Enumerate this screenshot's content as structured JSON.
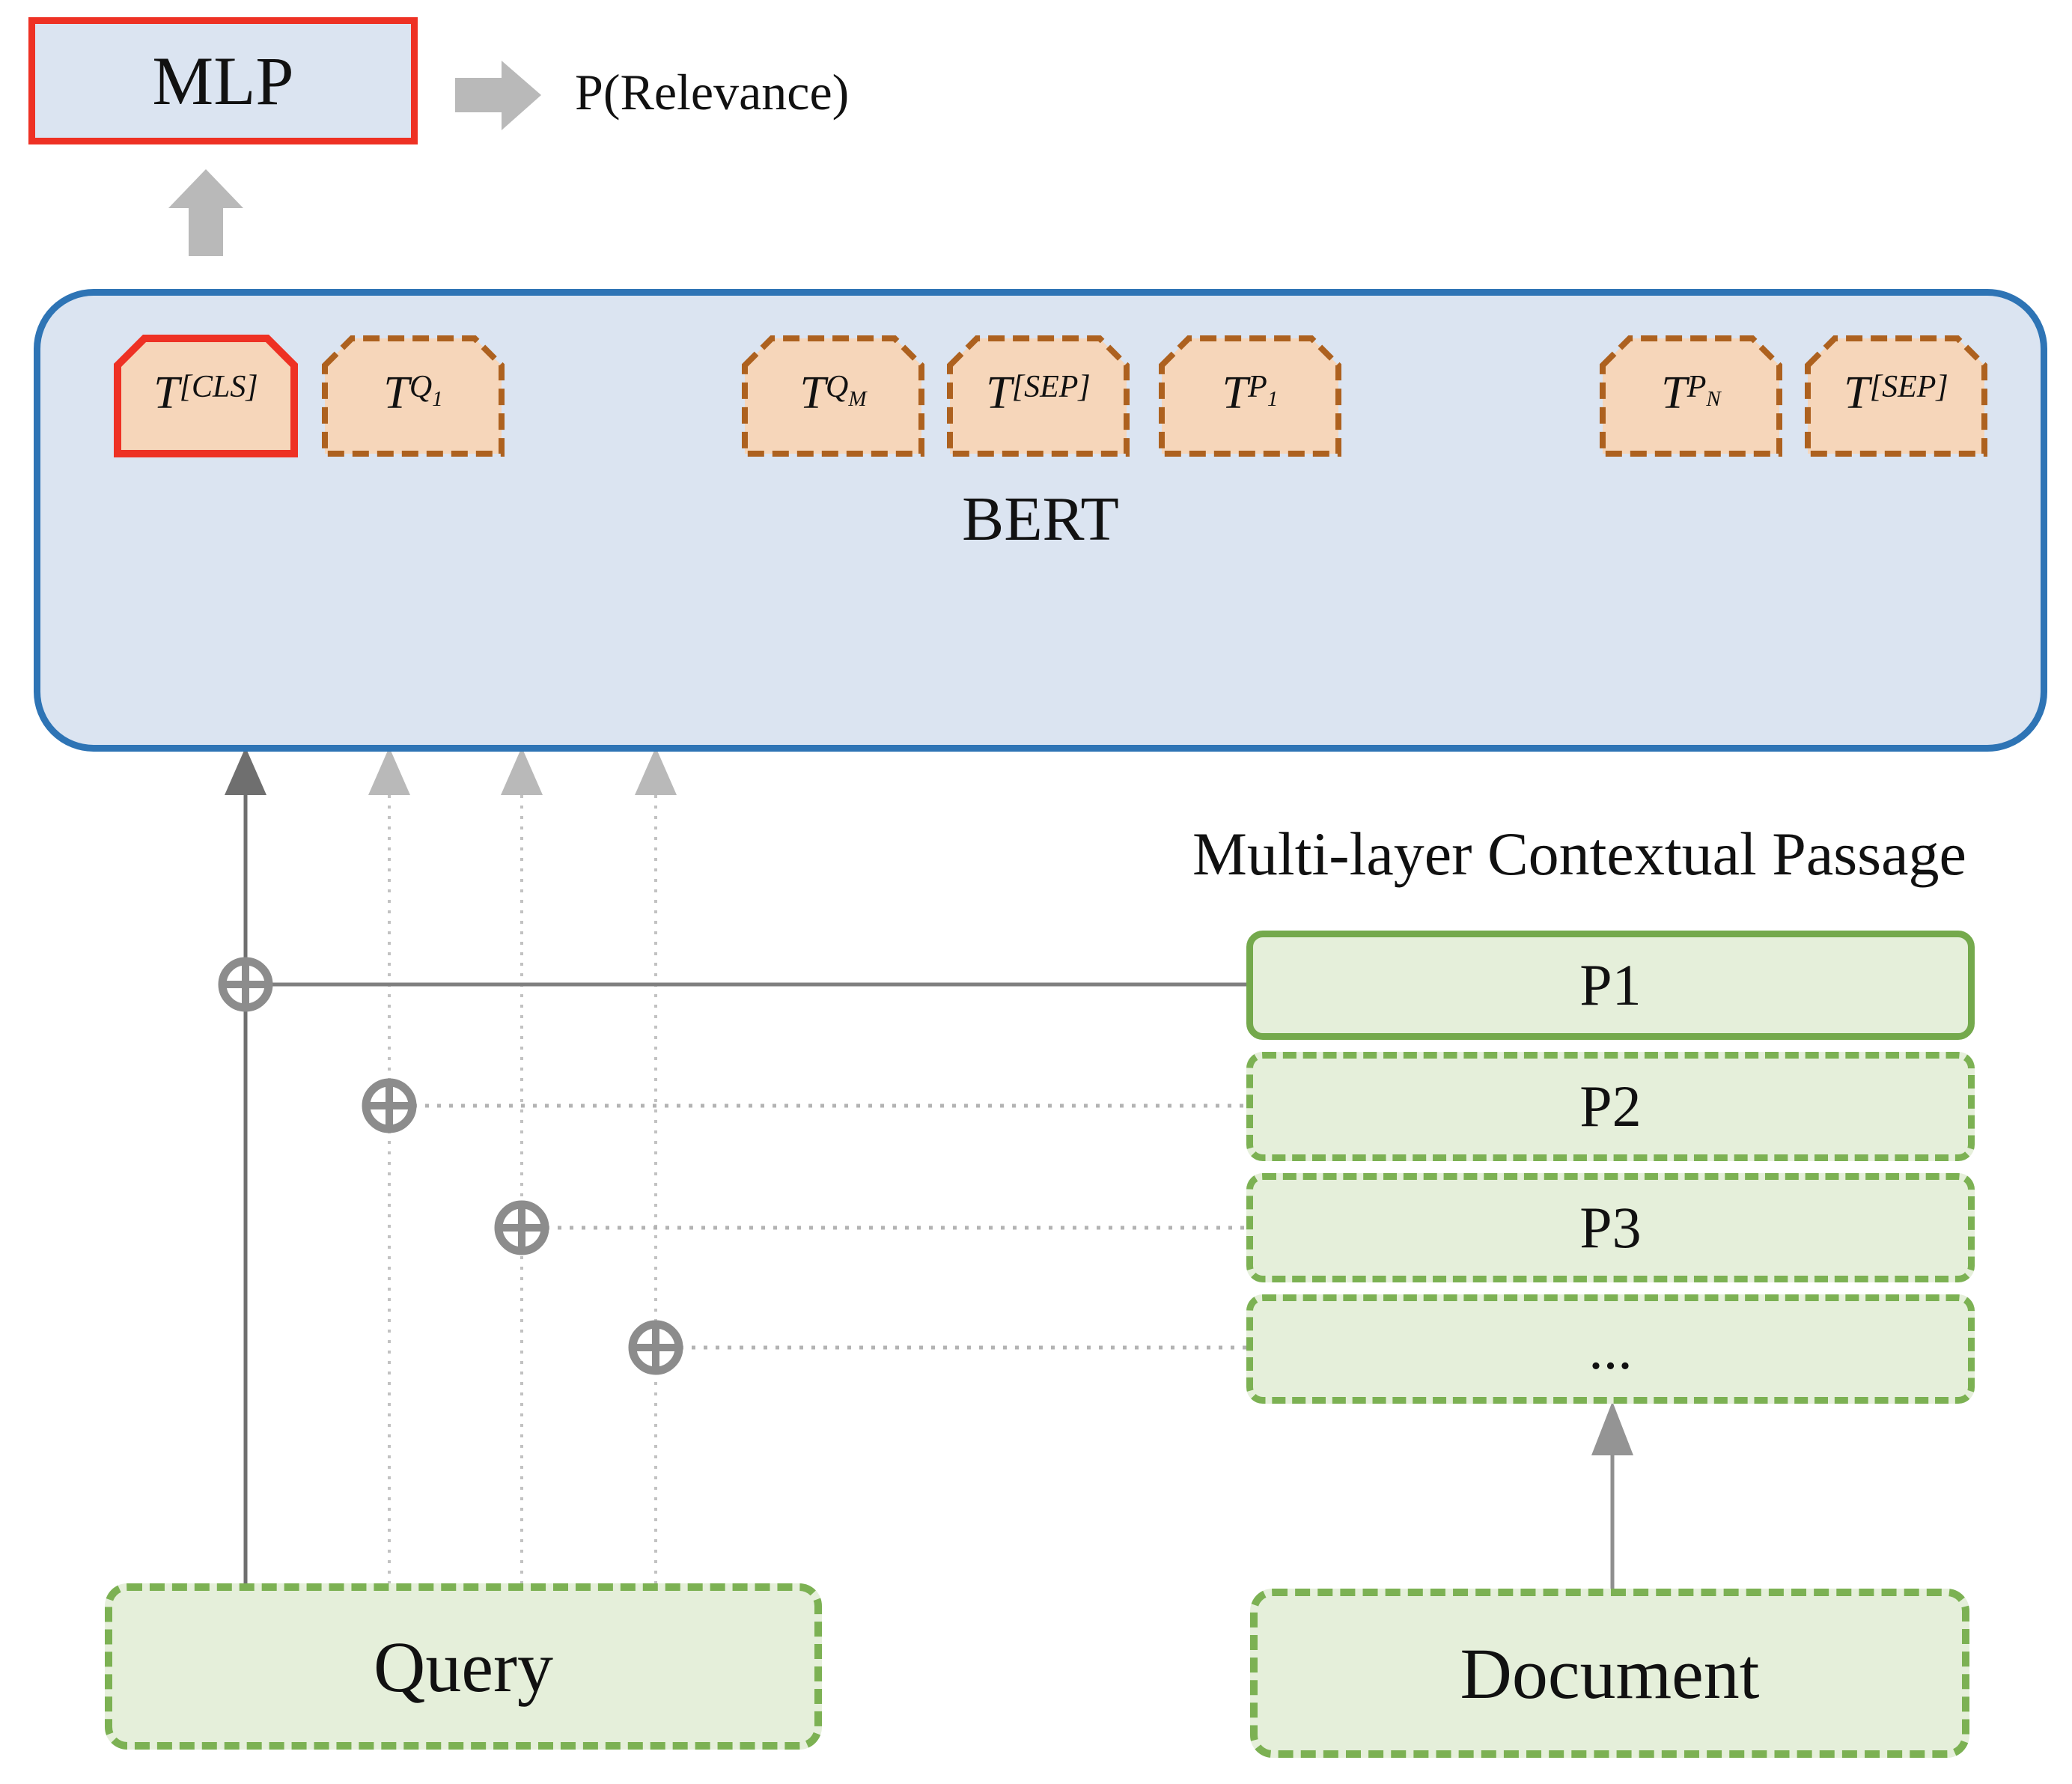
{
  "colors": {
    "red": "#ee3124",
    "blue": "#2e74b5",
    "panelblue": "#dbe4f1",
    "peach": "#f6d6ba",
    "brown": "#ad611f",
    "green": "#74a94c",
    "greenfill": "#e5efda",
    "graydark": "#6f6f6f",
    "graymid": "#8c8c8c",
    "graylight": "#b9b9b9",
    "graydot": "#c2c2c2",
    "ink": "#111111"
  },
  "mlp": {
    "label": "MLP"
  },
  "output": {
    "label": "P(Relevance)"
  },
  "bert": {
    "label": "BERT"
  },
  "tokens": [
    {
      "base": "T",
      "sub": "[CLS]"
    },
    {
      "base": "T",
      "sub": "Q",
      "subsub": "1"
    },
    {
      "base": "T",
      "sub": "Q",
      "subsub": "M"
    },
    {
      "base": "T",
      "sub": "[SEP]"
    },
    {
      "base": "T",
      "sub": "P",
      "subsub": "1"
    },
    {
      "base": "T",
      "sub": "P",
      "subsub": "N"
    },
    {
      "base": "T",
      "sub": "[SEP]"
    }
  ],
  "passage_panel": {
    "title": "Multi-layer Contextual Passage",
    "items": [
      {
        "label": "P1",
        "style": "solid"
      },
      {
        "label": "P2",
        "style": "dashed"
      },
      {
        "label": "P3",
        "style": "dashed"
      },
      {
        "label": "...",
        "style": "dashed"
      }
    ]
  },
  "query": {
    "label": "Query"
  },
  "document": {
    "label": "Document"
  }
}
